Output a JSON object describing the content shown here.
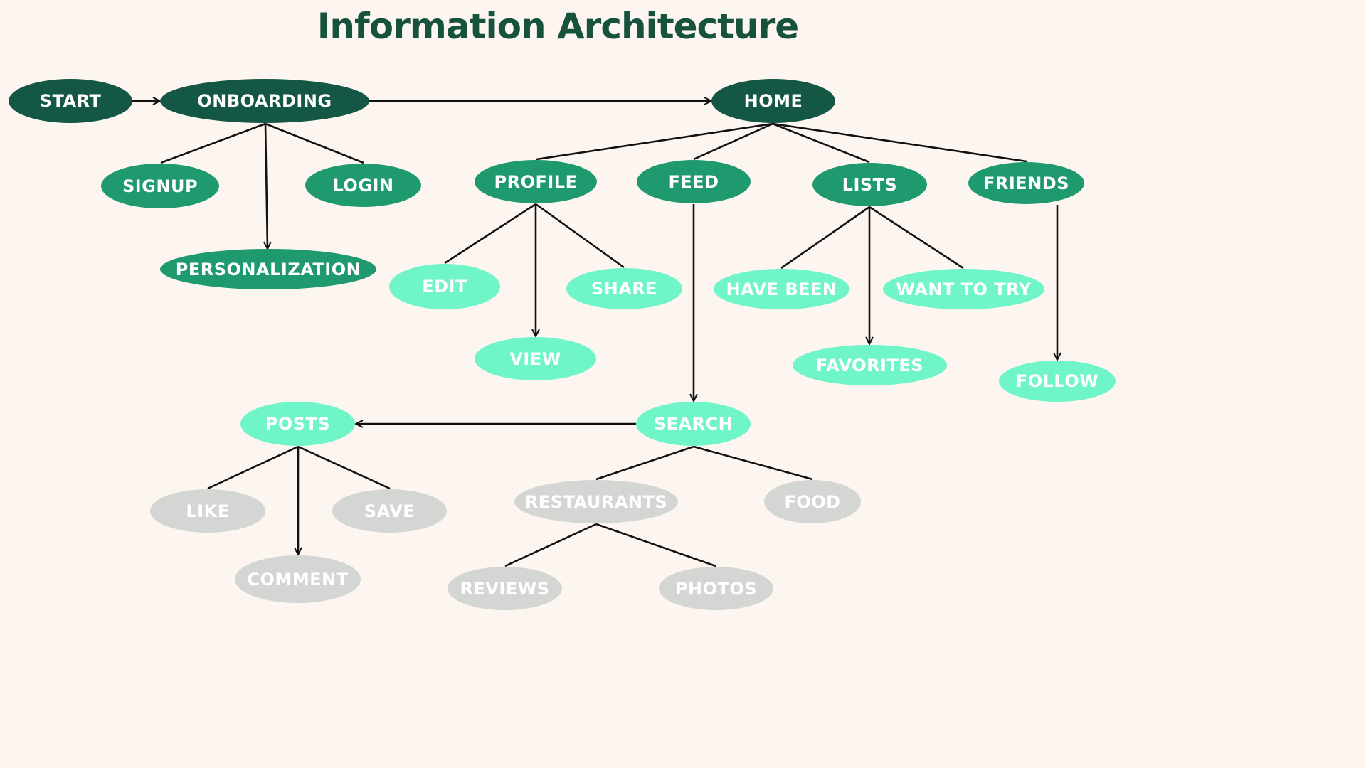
{
  "title": "Information Architecture",
  "colors": {
    "background": "#fdf5f0",
    "title": "#17523f",
    "level1": "#145744",
    "level2": "#1f9a6f",
    "level3": "#6ff5c8",
    "level4": "#d3d6d3",
    "line": "#111111",
    "text": "#ffffff"
  },
  "nodes": [
    {
      "id": "start",
      "label": "START",
      "level": 1
    },
    {
      "id": "onboarding",
      "label": "ONBOARDING",
      "level": 1
    },
    {
      "id": "home",
      "label": "HOME",
      "level": 1
    },
    {
      "id": "signup",
      "label": "SIGNUP",
      "level": 2
    },
    {
      "id": "login",
      "label": "LOGIN",
      "level": 2
    },
    {
      "id": "personalization",
      "label": "PERSONALIZATION",
      "level": 2
    },
    {
      "id": "profile",
      "label": "PROFILE",
      "level": 2
    },
    {
      "id": "feed",
      "label": "FEED",
      "level": 2
    },
    {
      "id": "lists",
      "label": "LISTS",
      "level": 2
    },
    {
      "id": "friends",
      "label": "FRIENDS",
      "level": 2
    },
    {
      "id": "edit",
      "label": "EDIT",
      "level": 3
    },
    {
      "id": "share",
      "label": "SHARE",
      "level": 3
    },
    {
      "id": "view",
      "label": "VIEW",
      "level": 3
    },
    {
      "id": "have-been",
      "label": "HAVE BEEN",
      "level": 3
    },
    {
      "id": "want-to-try",
      "label": "WANT TO TRY",
      "level": 3
    },
    {
      "id": "favorites",
      "label": "FAVORITES",
      "level": 3
    },
    {
      "id": "follow",
      "label": "FOLLOW",
      "level": 3
    },
    {
      "id": "posts",
      "label": "POSTS",
      "level": 3
    },
    {
      "id": "search",
      "label": "SEARCH",
      "level": 3
    },
    {
      "id": "like",
      "label": "LIKE",
      "level": 4
    },
    {
      "id": "save",
      "label": "SAVE",
      "level": 4
    },
    {
      "id": "comment",
      "label": "COMMENT",
      "level": 4
    },
    {
      "id": "restaurants",
      "label": "RESTAURANTS",
      "level": 4
    },
    {
      "id": "food",
      "label": "FOOD",
      "level": 4
    },
    {
      "id": "reviews",
      "label": "REVIEWS",
      "level": 4
    },
    {
      "id": "photos",
      "label": "PHOTOS",
      "level": 4
    }
  ],
  "edges": [
    {
      "from": "start",
      "to": "onboarding",
      "arrow": true
    },
    {
      "from": "onboarding",
      "to": "home",
      "arrow": true
    },
    {
      "from": "onboarding",
      "to": "signup",
      "arrow": false
    },
    {
      "from": "onboarding",
      "to": "login",
      "arrow": false
    },
    {
      "from": "onboarding",
      "to": "personalization",
      "arrow": true
    },
    {
      "from": "home",
      "to": "profile",
      "arrow": false
    },
    {
      "from": "home",
      "to": "feed",
      "arrow": false
    },
    {
      "from": "home",
      "to": "lists",
      "arrow": false
    },
    {
      "from": "home",
      "to": "friends",
      "arrow": false
    },
    {
      "from": "profile",
      "to": "edit",
      "arrow": false
    },
    {
      "from": "profile",
      "to": "share",
      "arrow": false
    },
    {
      "from": "profile",
      "to": "view",
      "arrow": true
    },
    {
      "from": "feed",
      "to": "search",
      "arrow": true
    },
    {
      "from": "lists",
      "to": "have-been",
      "arrow": false
    },
    {
      "from": "lists",
      "to": "want-to-try",
      "arrow": false
    },
    {
      "from": "lists",
      "to": "favorites",
      "arrow": true
    },
    {
      "from": "friends",
      "to": "follow",
      "arrow": true
    },
    {
      "from": "search",
      "to": "posts",
      "arrow": true
    },
    {
      "from": "search",
      "to": "restaurants",
      "arrow": false
    },
    {
      "from": "search",
      "to": "food",
      "arrow": false
    },
    {
      "from": "posts",
      "to": "like",
      "arrow": false
    },
    {
      "from": "posts",
      "to": "save",
      "arrow": false
    },
    {
      "from": "posts",
      "to": "comment",
      "arrow": true
    },
    {
      "from": "restaurants",
      "to": "reviews",
      "arrow": false
    },
    {
      "from": "restaurants",
      "to": "photos",
      "arrow": false
    }
  ]
}
